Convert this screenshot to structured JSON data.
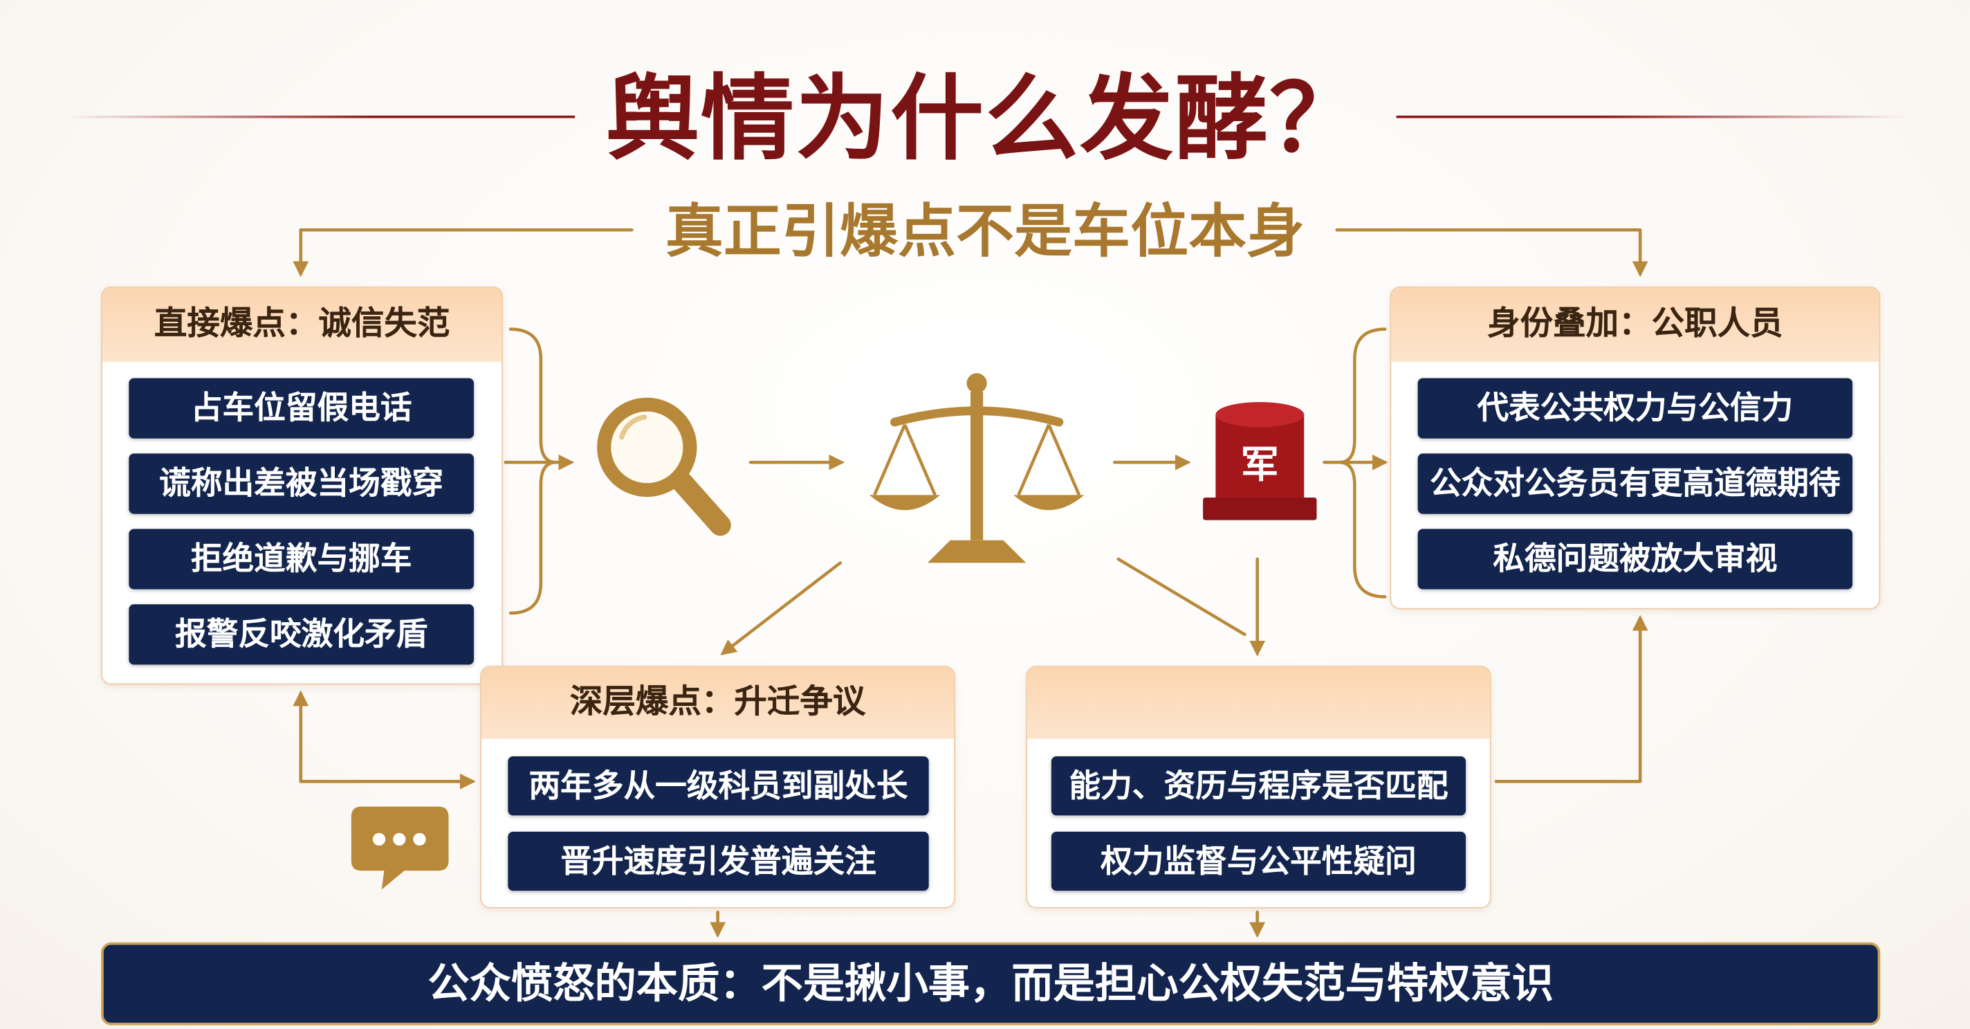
{
  "title": "舆情为什么发酵？",
  "subtitle": "真正引爆点不是车位本身",
  "boxes": {
    "direct": {
      "header": "直接爆点：诚信失范",
      "items": [
        "占车位留假电话",
        "谎称出差被当场戳穿",
        "拒绝道歉与挪车",
        "报警反咬激化矛盾"
      ]
    },
    "identity": {
      "header": "身份叠加：公职人员",
      "items": [
        "代表公共权力与公信力",
        "公众对公务员有更高道德期待",
        "私德问题被放大审视"
      ]
    },
    "deep": {
      "header": "深层爆点：升迁争议",
      "items": [
        "两年多从一级科员到副处长",
        "晋升速度引发普遍关注"
      ]
    },
    "question": {
      "header": "",
      "items": [
        "能力、资历与程序是否匹配",
        "权力监督与公平性疑问"
      ]
    }
  },
  "seal_text": "军",
  "conclusion": "公众愤怒的本质：不是揪小事，而是担心公权失范与特权意识",
  "icons": [
    "magnifier-icon",
    "scale-icon",
    "seal-icon",
    "chat-bubble-icon"
  ],
  "colors": {
    "title": "#7a1414",
    "subtitle": "#a8782e",
    "accent": "#b8893a",
    "navy": "#13254e",
    "seal": "#a3171b",
    "header_band": "#fbd5b0"
  }
}
